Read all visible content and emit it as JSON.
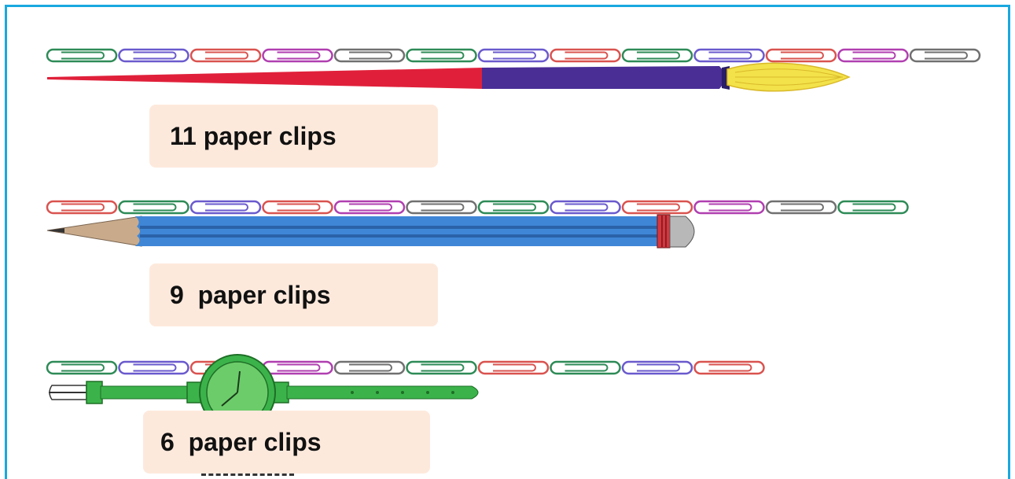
{
  "measurements": [
    {
      "object": "paintbrush",
      "clip_count": 13,
      "answer": "11 paper clips",
      "clip_colors": [
        "#2e8b57",
        "#6a5acd",
        "#d9534f",
        "#b03fb0",
        "#707070",
        "#2e8b57",
        "#6a5acd",
        "#d9534f",
        "#2e8b57",
        "#6a5acd",
        "#d9534f",
        "#b03fb0",
        "#707070"
      ]
    },
    {
      "object": "pencil",
      "clip_count": 12,
      "answer": "9  paper clips",
      "clip_colors": [
        "#d9534f",
        "#2e8b57",
        "#6a5acd",
        "#d9534f",
        "#b03fb0",
        "#707070",
        "#2e8b57",
        "#6a5acd",
        "#d9534f",
        "#b03fb0",
        "#707070",
        "#2e8b57"
      ]
    },
    {
      "object": "wristwatch",
      "clip_count": 10,
      "answer": "6  paper clips",
      "clip_colors": [
        "#2e8b57",
        "#6a5acd",
        "#d9534f",
        "#b03fb0",
        "#707070",
        "#2e8b57",
        "#d9534f",
        "#2e8b57",
        "#6a5acd",
        "#d9534f"
      ]
    }
  ],
  "colors": {
    "frame": "#19a8df",
    "answer_box": "#fde9dc",
    "brush_handle_red": "#e0203a",
    "brush_handle_purple": "#4a2e96",
    "brush_bristles": "#f3e24a",
    "pencil_body": "#3f86d6",
    "pencil_wood": "#c9ab8c",
    "watch_green": "#3bb34a"
  }
}
